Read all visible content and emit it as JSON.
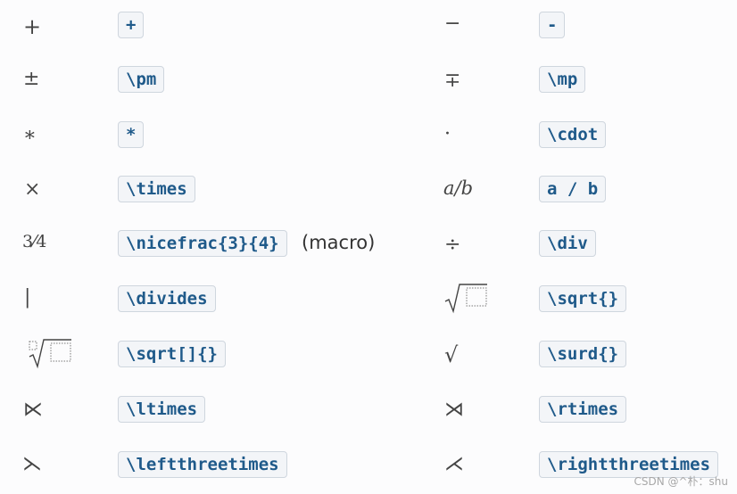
{
  "left_column": [
    {
      "symbol": "+",
      "code": "+"
    },
    {
      "symbol": "±",
      "code": "\\pm"
    },
    {
      "symbol": "∗",
      "code": "*"
    },
    {
      "symbol": "×",
      "code": "\\times"
    },
    {
      "symbol": "3⁄4",
      "code": "\\nicefrac{3}{4}",
      "note": "(macro)"
    },
    {
      "symbol": "|",
      "code": "\\divides"
    },
    {
      "symbol": "nth-root-placeholder",
      "code": "\\sqrt[]{}"
    },
    {
      "symbol": "⋉",
      "code": "\\ltimes"
    },
    {
      "symbol": "⋋",
      "code": "\\leftthreetimes"
    }
  ],
  "right_column": [
    {
      "symbol": "−",
      "code": "-"
    },
    {
      "symbol": "∓",
      "code": "\\mp"
    },
    {
      "symbol": "·",
      "code": "\\cdot"
    },
    {
      "symbol": "a/b",
      "code": "a / b"
    },
    {
      "symbol": "÷",
      "code": "\\div"
    },
    {
      "symbol": "sqrt-placeholder",
      "code": "\\sqrt{}"
    },
    {
      "symbol": "√",
      "code": "\\surd{}"
    },
    {
      "symbol": "⋊",
      "code": "\\rtimes"
    },
    {
      "symbol": "⋌",
      "code": "\\rightthreetimes"
    }
  ],
  "watermark": "CSDN @^朴：shu"
}
